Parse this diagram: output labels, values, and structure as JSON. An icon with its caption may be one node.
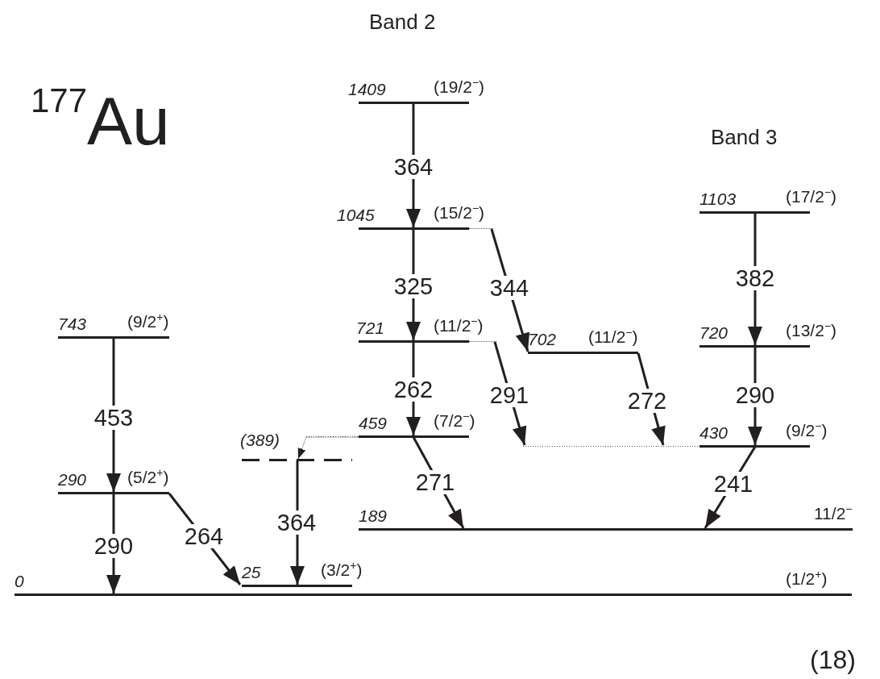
{
  "diagram": {
    "title": "$^{177}$Au",
    "nodes": [
      {
        "text": [
          "1409",
          "(19/2$^{−}$)"
        ]
      },
      {
        "text": [
          "1045",
          "(15/2$^{−}$)"
        ]
      },
      {
        "text": [
          "1103",
          "(17/2$^{−}$)"
        ]
      },
      {
        "text": [
          "743",
          "(9/2$^{+}$)"
        ]
      },
      {
        "text": [
          "721",
          "(11/2$^{−}$)"
        ]
      },
      {
        "text": [
          "702",
          "(11/2$^{−}$)"
        ]
      },
      {
        "text": [
          "720",
          "(13/2$^{−}$)"
        ]
      },
      {
        "text": [
          "459",
          "(7/2$^{−}$)"
        ]
      },
      {
        "text": [
          "430",
          "(9/2$^{−}$)"
        ]
      },
      {
        "text": [
          "(389)"
        ]
      },
      {
        "text": [
          "290",
          "(5/2$^{+}$)"
        ]
      },
      {
        "text": [
          "189",
          "11/2$^{−}$"
        ]
      },
      {
        "text": [
          "25",
          "(3/2$^{+}$)"
        ]
      },
      {
        "text": [
          "0",
          "(1/2$^{+}$)"
        ]
      }
    ],
    "edges": [
      {
        "from": 0,
        "to": 1,
        "arrow": "to",
        "label": "364"
      },
      {
        "from": 1,
        "to": 4,
        "arrow": "to",
        "label": "325"
      },
      {
        "from": 1,
        "to": 5,
        "arrow": "to",
        "label": "344"
      },
      {
        "from": 2,
        "to": 6,
        "arrow": "to",
        "label": "382"
      },
      {
        "from": 3,
        "to": 10,
        "arrow": "to",
        "label": "453"
      },
      {
        "from": 4,
        "to": 7,
        "arrow": "to",
        "label": "262"
      },
      {
        "from": 4,
        "to": 8,
        "arrow": "to",
        "label": "291"
      },
      {
        "from": 5,
        "to": 8,
        "arrow": "to",
        "label": "272"
      },
      {
        "from": 6,
        "to": 8,
        "arrow": "to",
        "label": "290"
      },
      {
        "from": 7,
        "to": 9,
        "arrow": "to",
        "style": "dashed"
      },
      {
        "from": 7,
        "to": 11,
        "arrow": "to",
        "label": "271"
      },
      {
        "from": 8,
        "to": 11,
        "arrow": "to",
        "label": "241"
      },
      {
        "from": 9,
        "to": 12,
        "arrow": "to",
        "label": "364"
      },
      {
        "from": 10,
        "to": 13,
        "arrow": "to",
        "label": "290"
      },
      {
        "from": 10,
        "to": 12,
        "arrow": "to",
        "label": "264"
      }
    ],
    "labels": [
      "Band 2",
      "Band 3",
      "(18)"
    ]
  }
}
